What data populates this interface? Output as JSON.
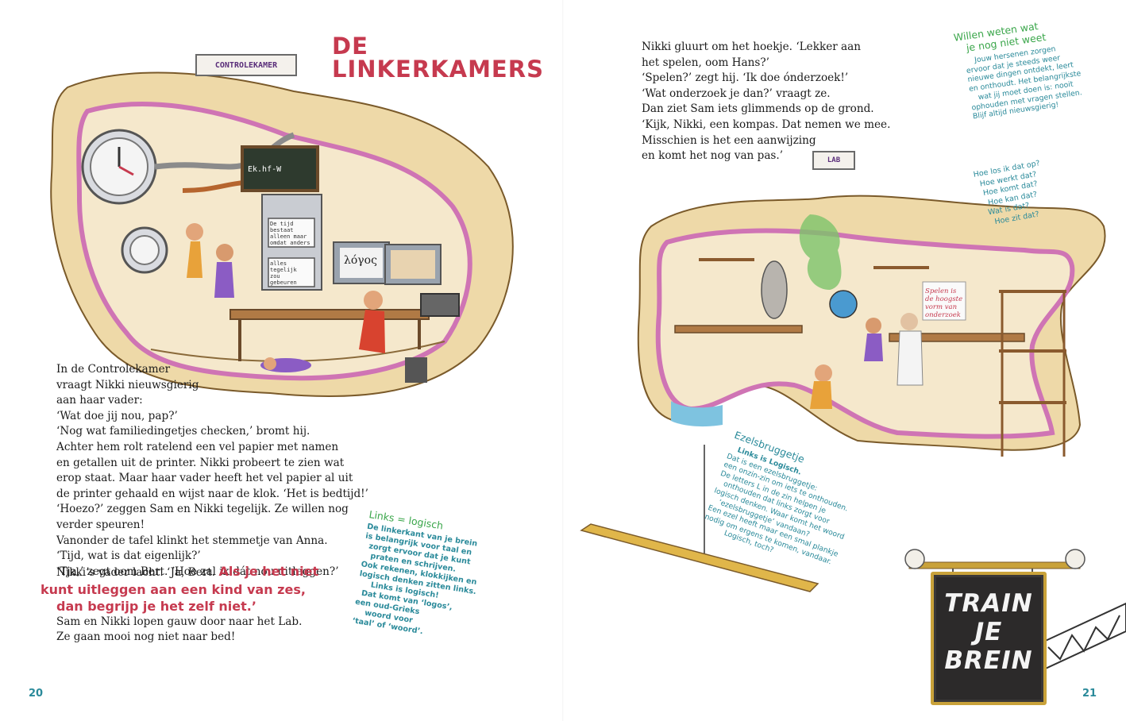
{
  "left_page": {
    "title_lines": [
      "DE",
      "LINKERKAMERS"
    ],
    "sign_label": "CONTROLEKAMER",
    "speech_bubble_1": [
      "De tijd",
      "bestaat",
      "alleen maar",
      "omdat anders"
    ],
    "speech_bubble_2": [
      "alles",
      "tegelijk",
      "zou",
      "gebeuren"
    ],
    "monitor_text": "λόγος",
    "blackboard_formula": "Ek.hf-W",
    "story_lines": [
      "In de Controlekamer",
      "vraagt Nikki nieuwsgierig",
      "aan haar vader:",
      "‘Wat doe jij nou, pap?’",
      "‘Nog wat familiedingetjes checken,’ bromt hij.",
      "Achter hem rolt ratelend een vel papier met namen",
      "en getallen uit de printer. Nikki probeert te zien wat",
      "erop staat. Maar haar vader heeft het vel papier al uit",
      "de printer gehaald en wijst naar de klok. ‘Het is bedtijd!’",
      "‘Hoezo?’ zeggen Sam en Nikki tegelijk. Ze willen nog",
      "verder speuren!",
      "Vanonder de tafel klinkt het stemmetje van Anna.",
      "‘Tijd, wat is dat eigenlijk?’",
      "‘Tja,’ zegt oom Bert. ‘Hoe zal ik dát nou uitleggen?’"
    ],
    "story_pull_prefix": "Nikki’s vader lacht. ‘Ja, Bert. ",
    "story_pull_lines": [
      "Als je het niet",
      "kunt uitleggen aan een kind van zes,",
      "dan begrijp je het zelf niet.’"
    ],
    "story_end_lines": [
      "Sam en Nikki lopen gauw door naar het Lab.",
      "Ze gaan mooi nog niet naar bed!"
    ],
    "note_links_title": "Links = logisch",
    "note_links_lines": [
      "De linkerkant van je brein",
      "is belangrijk voor taal en",
      "zorgt ervoor dat je kunt",
      "praten en schrijven.",
      "Ook rekenen, klokkijken en",
      "logisch denken zitten links.",
      "Links is logisch!",
      "Dat komt van ‘logos’,",
      "een oud-Grieks",
      "woord voor",
      "‘taal’ of ‘woord’."
    ],
    "page_number": "20"
  },
  "right_page": {
    "story_lines": [
      "Nikki gluurt om het hoekje. ‘Lekker aan",
      "het spelen, oom Hans?’",
      "‘Spelen?’ zegt hij. ‘Ik doe ónderzoek!’",
      "‘Wat onderzoek je dan?’ vraagt ze.",
      "Dan ziet Sam iets glimmends op de grond.",
      "‘Kijk, Nikki, een kompas. Dat nemen we mee.",
      "Misschien is het een aanwijzing",
      "en komt het nog van pas.’"
    ],
    "sign_label": "LAB",
    "note_weten_title": [
      "Willen weten wat",
      "je nog niet weet"
    ],
    "note_weten_lines": [
      "Jouw hersenen zorgen",
      "ervoor dat je steeds weer",
      "nieuwe dingen ontdekt, leert",
      "en onthoudt. Het belangrijkste",
      "wat jij moet doen is: nooit",
      "ophouden met vragen stellen.",
      "Blijf altijd nieuwsgierig!"
    ],
    "questions": [
      "Hoe los ik dat op?",
      "Hoe werkt dat?",
      "Hoe komt dat?",
      "Hoe kan dat?",
      "Wat is dat?",
      "Hoe zit dat?"
    ],
    "poster_lines": [
      "Spelen is",
      "de hoogste",
      "vorm van",
      "onderzoek"
    ],
    "note_ezel_title": "Ezelsbruggetje",
    "note_ezel_lines": [
      "Links is Logisch.",
      "Dat is een ezelsbruggetje:",
      "een onzin-zin om iets te onthouden.",
      "De letters L in de zin helpen je",
      "onthouden dat links zorgt voor",
      "logisch denken. Waar komt het woord",
      "‘ezelsbruggetje’ vandaan?",
      "Een ezel heeft maar een smal plankje",
      "nodig om ergens te komen, vandaar.",
      "Logisch, toch?"
    ],
    "train_lines": [
      "TRAIN",
      "JE",
      "BREIN"
    ],
    "page_number": "21"
  },
  "colors": {
    "title_red": "#c63a4f",
    "note_green": "#3aa64a",
    "note_teal": "#2a8a9a",
    "sand": "#eed9a8",
    "wall_pink": "#cf74b4",
    "sign_purple": "#5a2e7a"
  }
}
